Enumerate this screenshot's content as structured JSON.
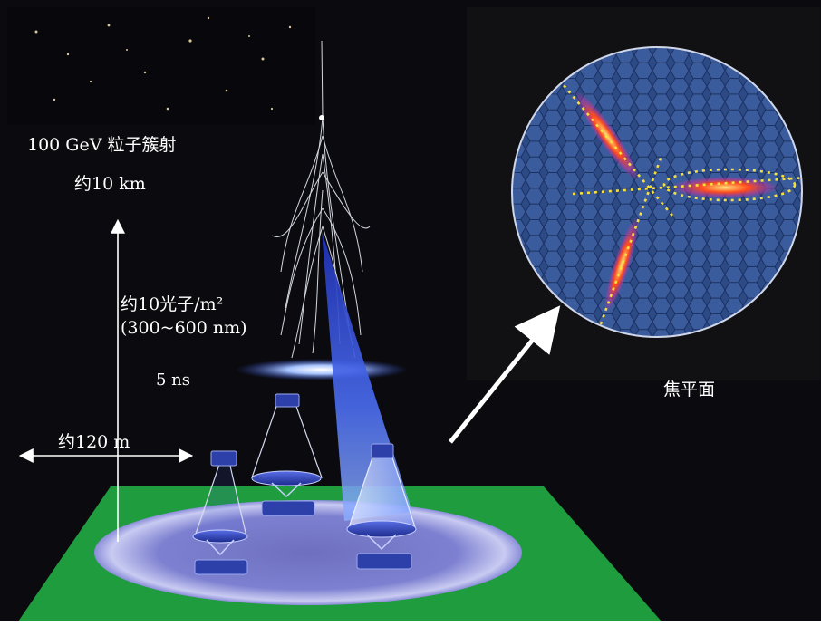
{
  "labels": {
    "shower": "100 GeV 粒子簇射",
    "altitude": "约10 km",
    "photon_density": "约10光子/m²",
    "wavelength": "(300~600 nm)",
    "duration": "5 ns",
    "radius": "约120 m",
    "focal_plane": "焦平面"
  },
  "colors": {
    "background": "#0b0b0f",
    "ground": "#1f9c3d",
    "light_pool": "#6f72c9",
    "telescope": "#2d3fa8",
    "cherenkov_cone": "#3f5fe0",
    "camera_pixel": "#2e4f8c",
    "shower_image": "#ff5a1f",
    "axis_lines": "#f5e040",
    "arrows": "#ffffff"
  }
}
